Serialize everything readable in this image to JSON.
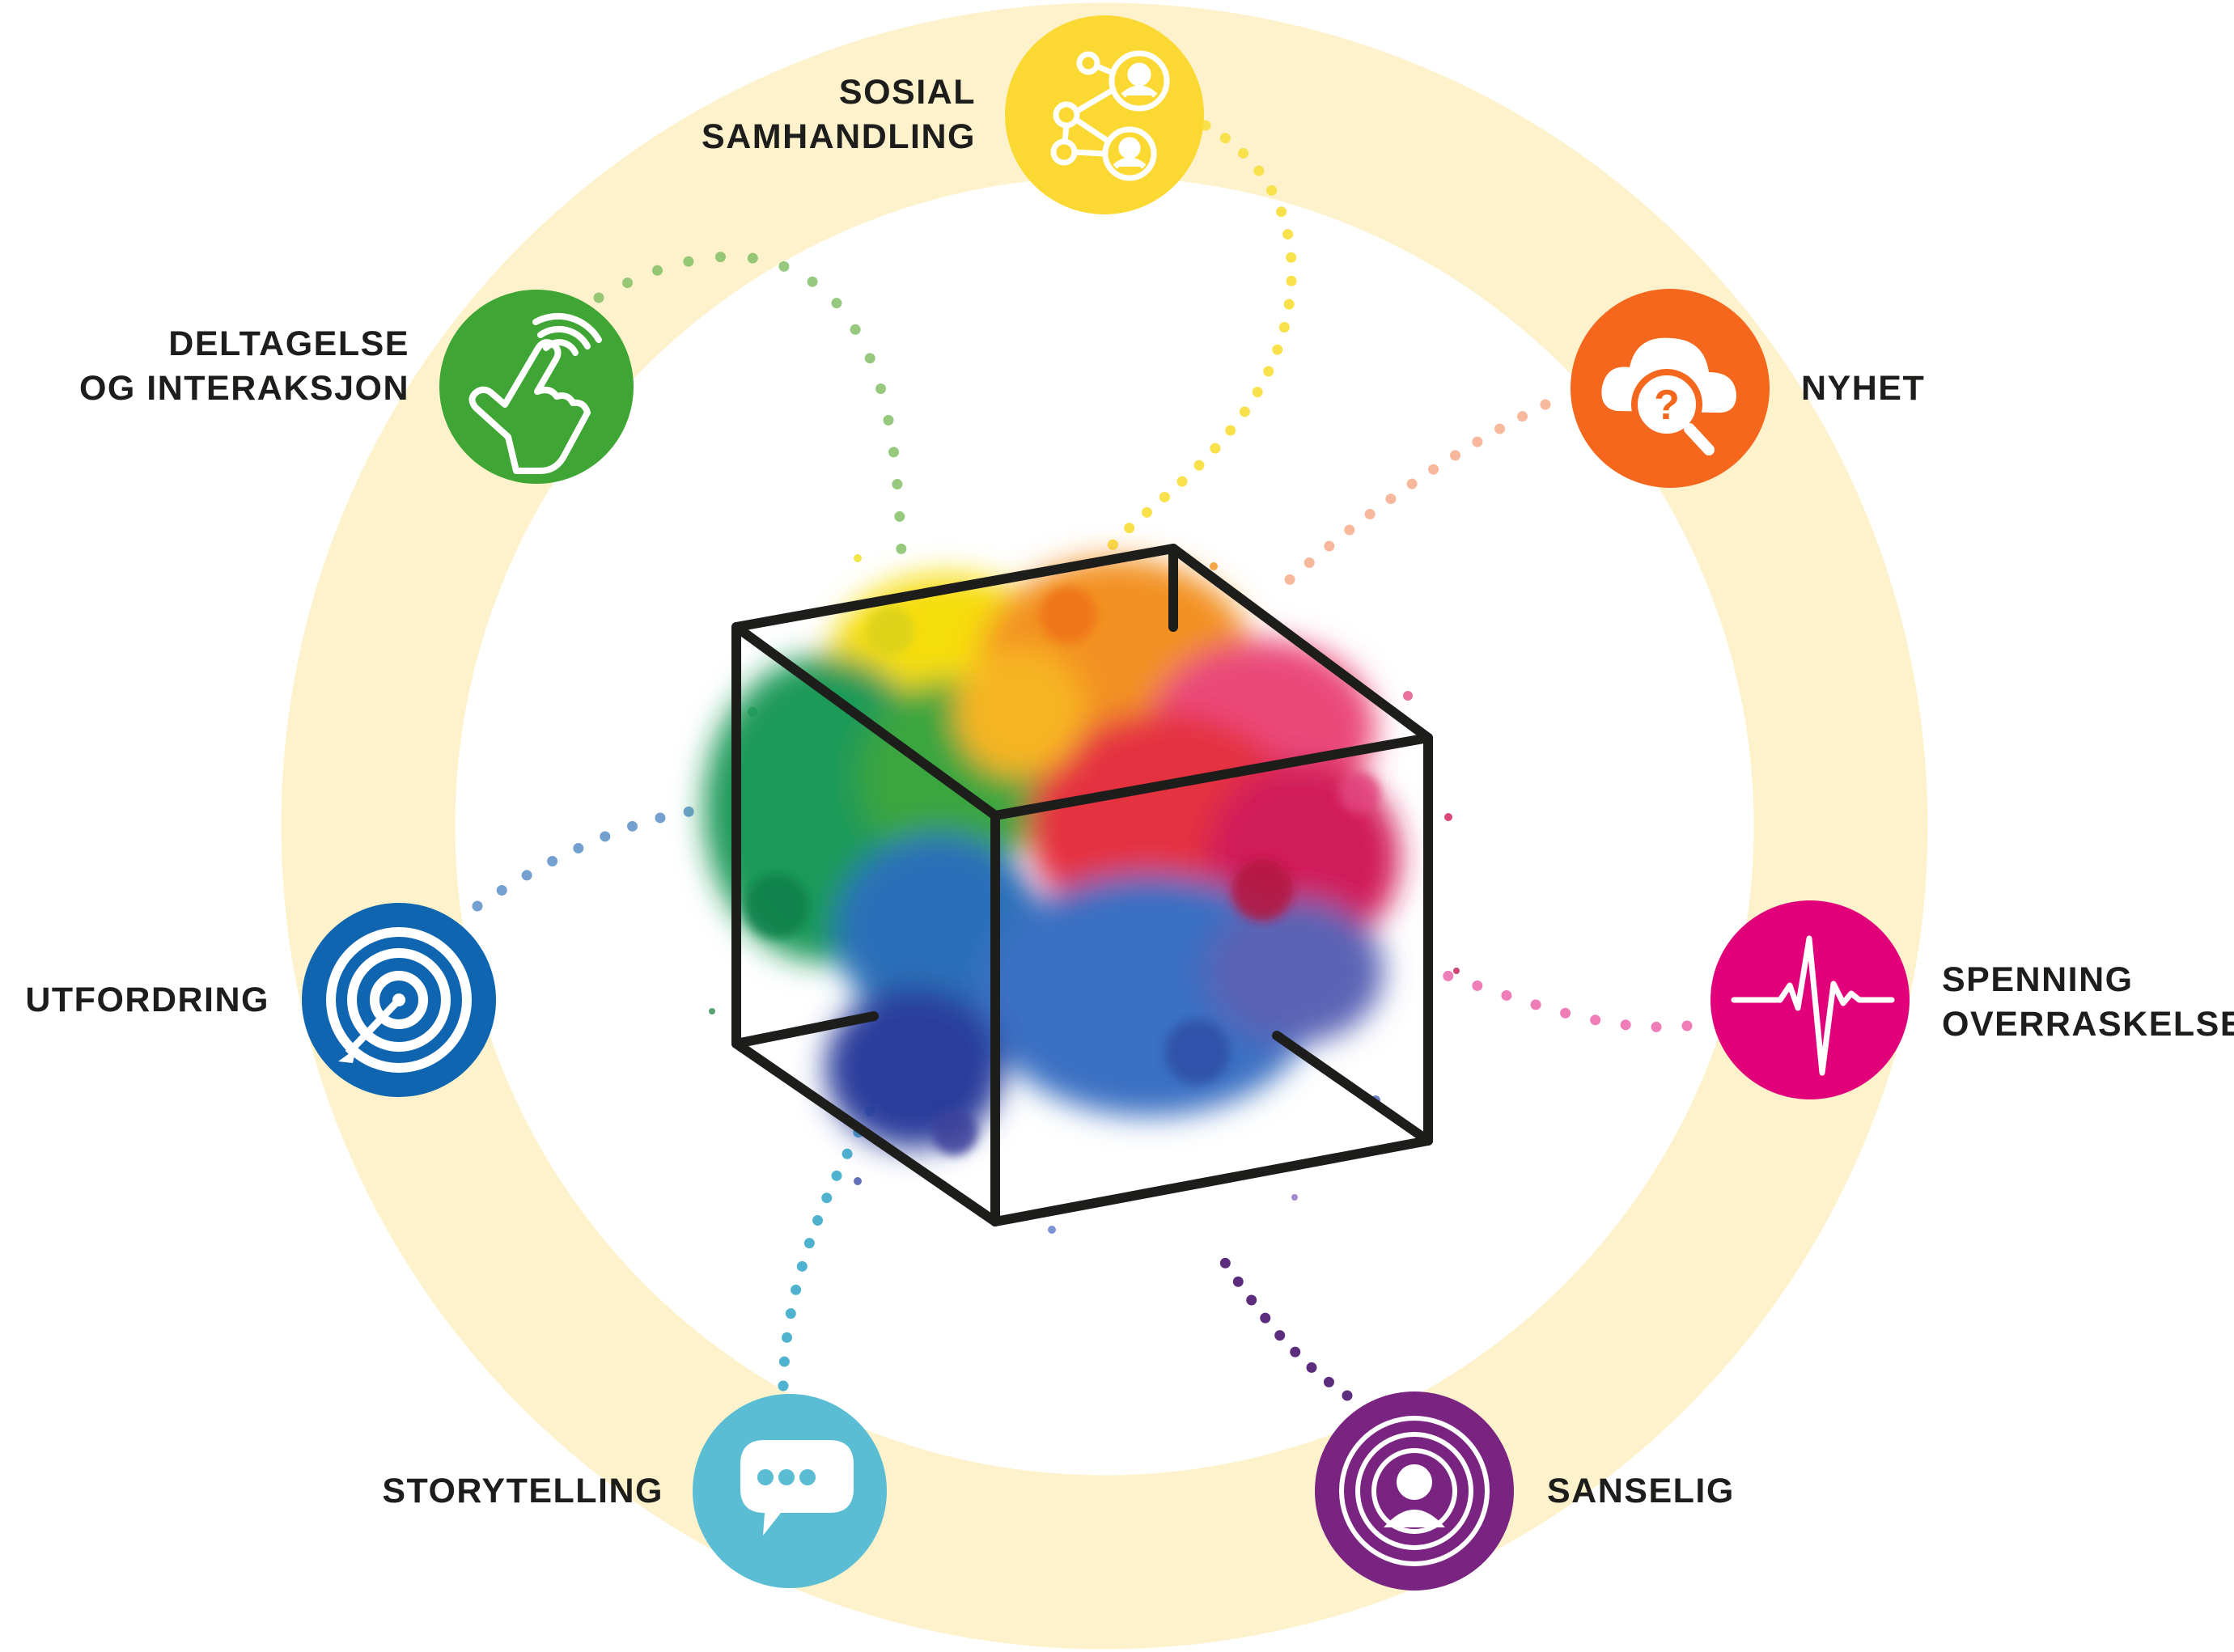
{
  "colors": {
    "ring": "#fdf1c4",
    "social": "#fbd932",
    "novelty": "#f4671c",
    "suspense": "#e2007a",
    "sensory": "#7a2481",
    "storytelling": "#5bbdd3",
    "challenge": "#0f65b0",
    "participation": "#3fa535",
    "cube_stroke": "#1d1d1b"
  },
  "nodes": [
    {
      "id": "social",
      "icon": "social-network-icon",
      "lines": [
        "SOSIAL",
        "SAMHANDLING"
      ]
    },
    {
      "id": "novelty",
      "icon": "cloud-question-search-icon",
      "lines": [
        "NYHET"
      ]
    },
    {
      "id": "suspense",
      "icon": "heartbeat-pulse-icon",
      "lines": [
        "SPENNING",
        "OVERRASKELSE"
      ]
    },
    {
      "id": "sensory",
      "icon": "person-radiating-icon",
      "lines": [
        "SANSELIG"
      ]
    },
    {
      "id": "storytelling",
      "icon": "speech-bubble-dots-icon",
      "lines": [
        "STORYTELLING"
      ]
    },
    {
      "id": "challenge",
      "icon": "target-arrow-icon",
      "lines": [
        "UTFORDRING"
      ]
    },
    {
      "id": "participation",
      "icon": "touch-hand-icon",
      "lines": [
        "DELTAGELSE",
        "OG INTERAKSJON"
      ]
    }
  ],
  "center": {
    "icon": "paint-splash-cube-icon"
  }
}
